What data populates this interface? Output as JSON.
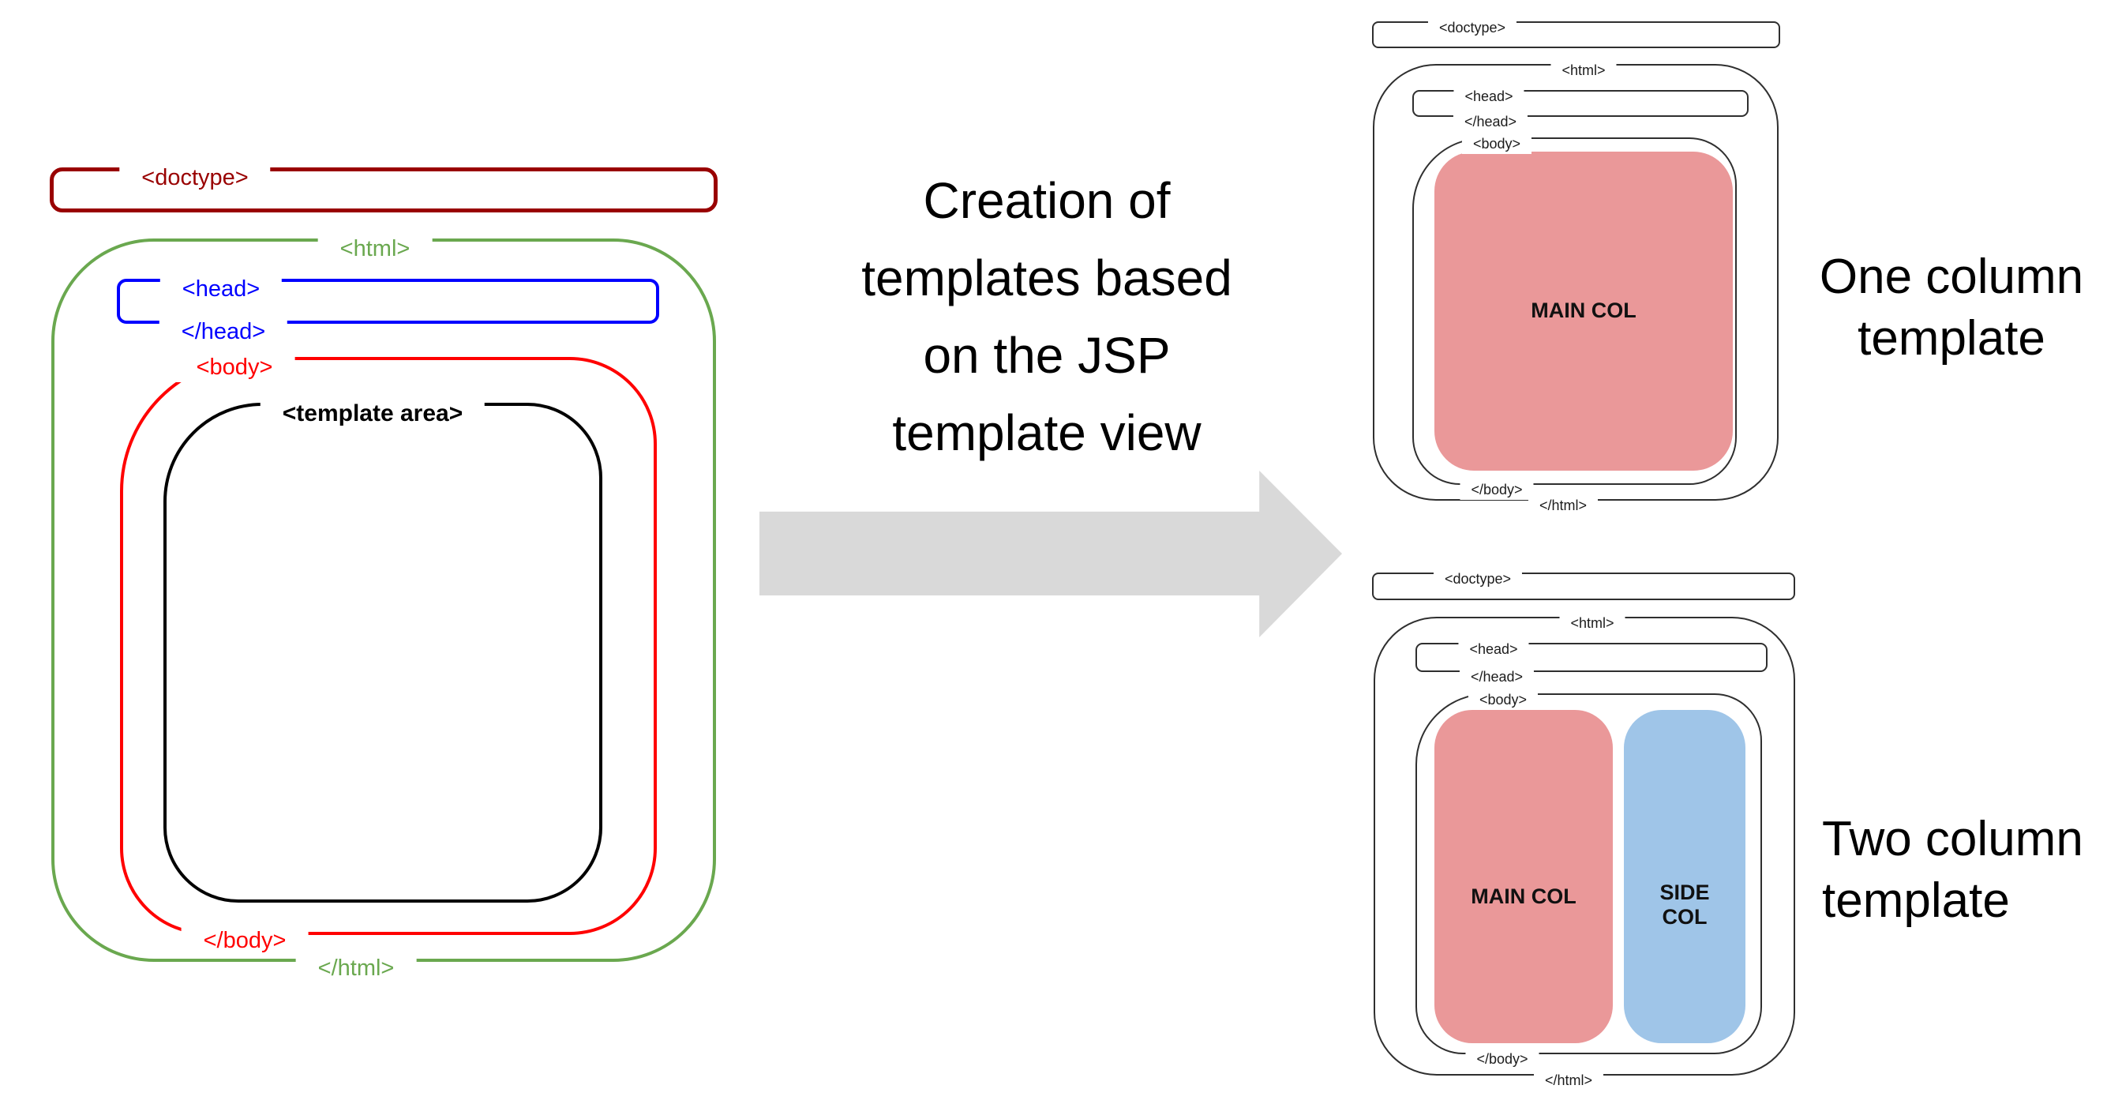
{
  "tags": {
    "doctype": "<doctype>",
    "html_open": "<html>",
    "head_open": "<head>",
    "head_close": "</head>",
    "body_open": "<body>",
    "body_close": "</body>",
    "html_close": "</html>",
    "template_area": "<template area>"
  },
  "heading": {
    "line1": "Creation of",
    "line2": "templates based",
    "line3": "on the JSP",
    "line4": "template view"
  },
  "one_column": {
    "main_col": "MAIN COL",
    "caption_line1": "One column",
    "caption_line2": "template"
  },
  "two_column": {
    "main_col": "MAIN COL",
    "side_col": "SIDE COL",
    "caption_line1": "Two column",
    "caption_line2": "template"
  },
  "colors": {
    "doctype_red": "#990000",
    "html_green": "#6aa84f",
    "head_blue": "#0000ff",
    "body_red": "#ff0000",
    "template_black": "#000000",
    "main_col_pink": "#ea9899",
    "side_col_blue": "#9fc5e8",
    "arrow_gray": "#d9d9d9",
    "outline_dark": "#2f2f2f"
  }
}
